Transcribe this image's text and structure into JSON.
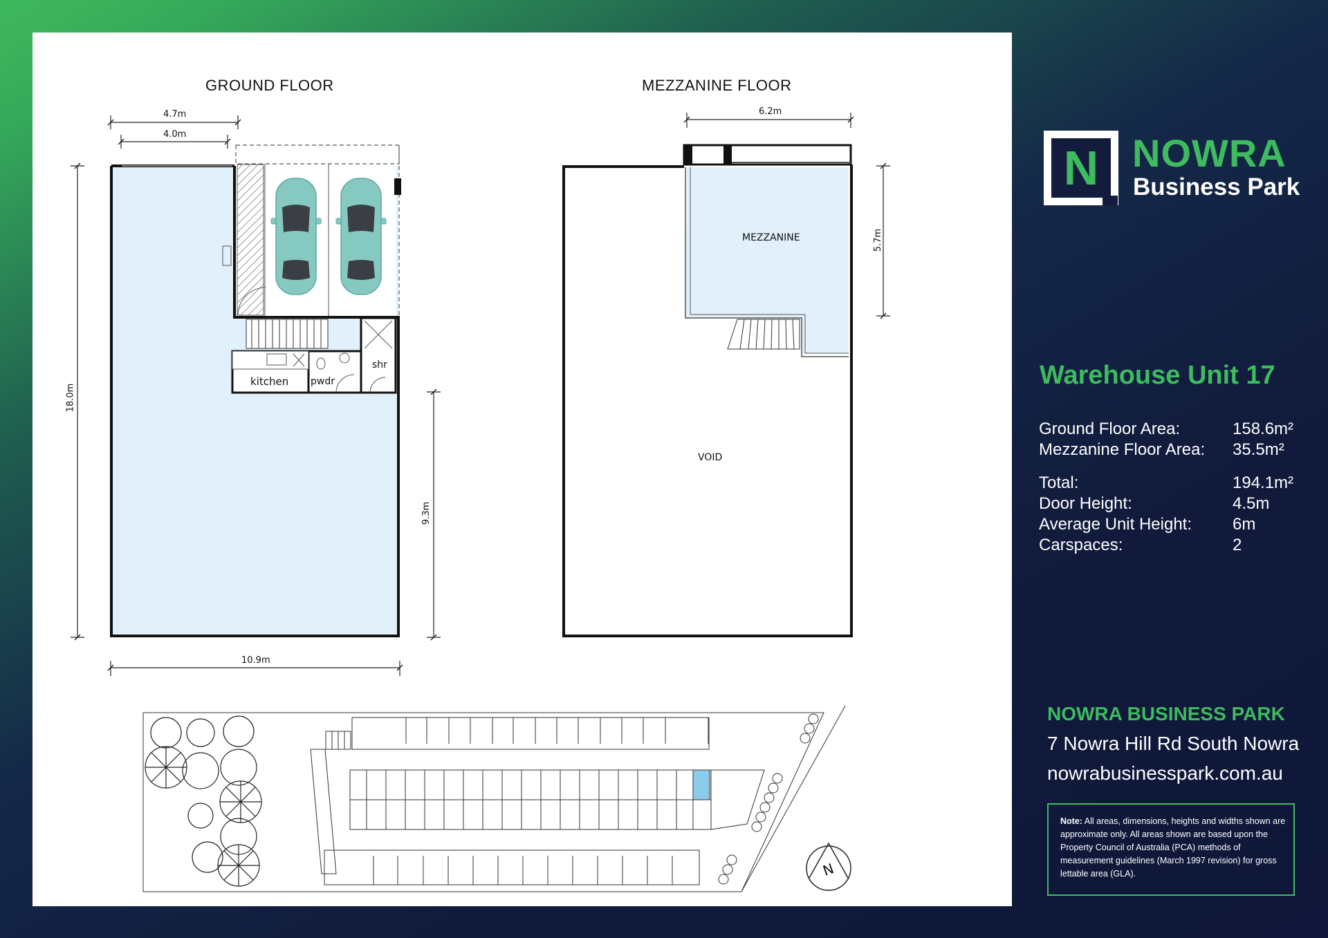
{
  "floorplan": {
    "ground_title": "GROUND FLOOR",
    "mezzanine_title": "MEZZANINE FLOOR",
    "dimensions": {
      "ground_width_top": "4.7m",
      "ground_width_inner": "4.0m",
      "ground_length": "18.0m",
      "ground_width_total": "10.9m",
      "ground_partial": "9.3m",
      "mezz_width": "6.2m",
      "mezz_depth": "5.7m"
    },
    "rooms": {
      "kitchen": "kitchen",
      "powder": "pwdr",
      "shower": "shr",
      "mezzanine": "MEZZANINE",
      "void": "VOID"
    }
  },
  "brand": {
    "logo_letter": "N",
    "name": "NOWRA",
    "subtitle": "Business Park"
  },
  "unit": {
    "title": "Warehouse Unit 17",
    "specs": [
      {
        "label": "Ground Floor Area:",
        "value": "158.6m²"
      },
      {
        "label": "Mezzanine Floor Area:",
        "value": "35.5m²"
      },
      {
        "label": "Total:",
        "value": "194.1m²"
      },
      {
        "label": "Door Height:",
        "value": "4.5m"
      },
      {
        "label": "Average Unit Height:",
        "value": "6m"
      },
      {
        "label": "Carspaces:",
        "value": "2"
      }
    ]
  },
  "contact": {
    "park_name": "NOWRA BUSINESS PARK",
    "address": "7 Nowra Hill Rd South Nowra",
    "website": "nowrabusinesspark.com.au"
  },
  "note": {
    "label": "Note:",
    "text": "All areas, dimensions, heights and widths shown are approximate only. All areas shown are based upon the Property Council of Australia (PCA) methods of measurement guidelines (March 1997 revision) for gross lettable area (GLA)."
  },
  "site_plan": {
    "north_label": "N"
  },
  "colors": {
    "brand_green": "#3dbb5e",
    "navy": "#121a3a",
    "floor_fill": "#e1f0fa",
    "car": "#86c9c0",
    "highlight_unit": "#8ccbea"
  }
}
